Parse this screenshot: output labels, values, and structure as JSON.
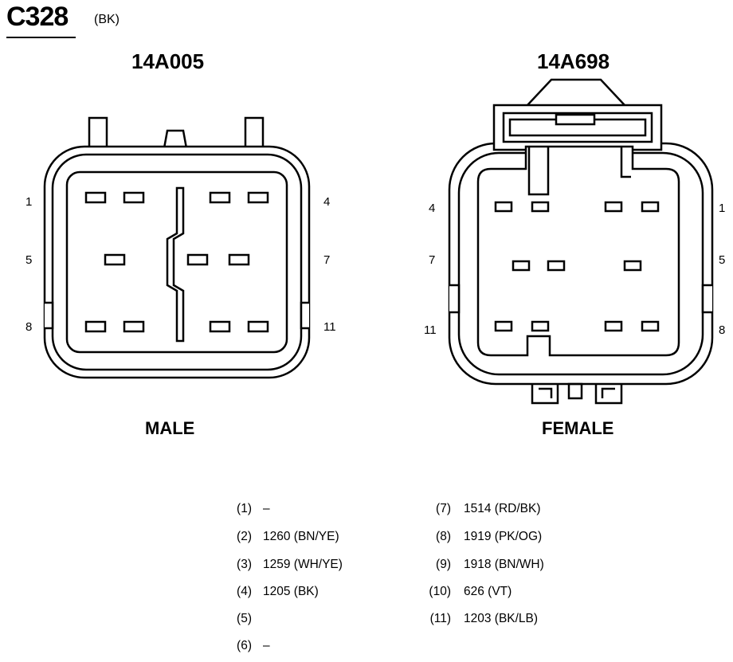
{
  "connector": {
    "id": "C328",
    "color": "(BK)"
  },
  "male": {
    "part_number": "14A005",
    "gender_label": "MALE",
    "pin_labels": {
      "p1": "1",
      "p4": "4",
      "p5": "5",
      "p7": "7",
      "p8": "8",
      "p11": "11"
    }
  },
  "female": {
    "part_number": "14A698",
    "gender_label": "FEMALE",
    "pin_labels": {
      "p4": "4",
      "p1": "1",
      "p7": "7",
      "p5": "5",
      "p11": "11",
      "p8": "8"
    }
  },
  "pinout": {
    "left": [
      {
        "pin": "(1)",
        "circuit": "–"
      },
      {
        "pin": "(2)",
        "circuit": "1260 (BN/YE)"
      },
      {
        "pin": "(3)",
        "circuit": "1259 (WH/YE)"
      },
      {
        "pin": "(4)",
        "circuit": "1205 (BK)"
      },
      {
        "pin": "(5)",
        "circuit": ""
      },
      {
        "pin": "(6)",
        "circuit": "–"
      }
    ],
    "right": [
      {
        "pin": "(7)",
        "circuit": "1514 (RD/BK)"
      },
      {
        "pin": "(8)",
        "circuit": "1919 (PK/OG)"
      },
      {
        "pin": "(9)",
        "circuit": "1918 (BN/WH)"
      },
      {
        "pin": "(10)",
        "circuit": "626 (VT)"
      },
      {
        "pin": "(11)",
        "circuit": "1203 (BK/LB)"
      }
    ]
  }
}
